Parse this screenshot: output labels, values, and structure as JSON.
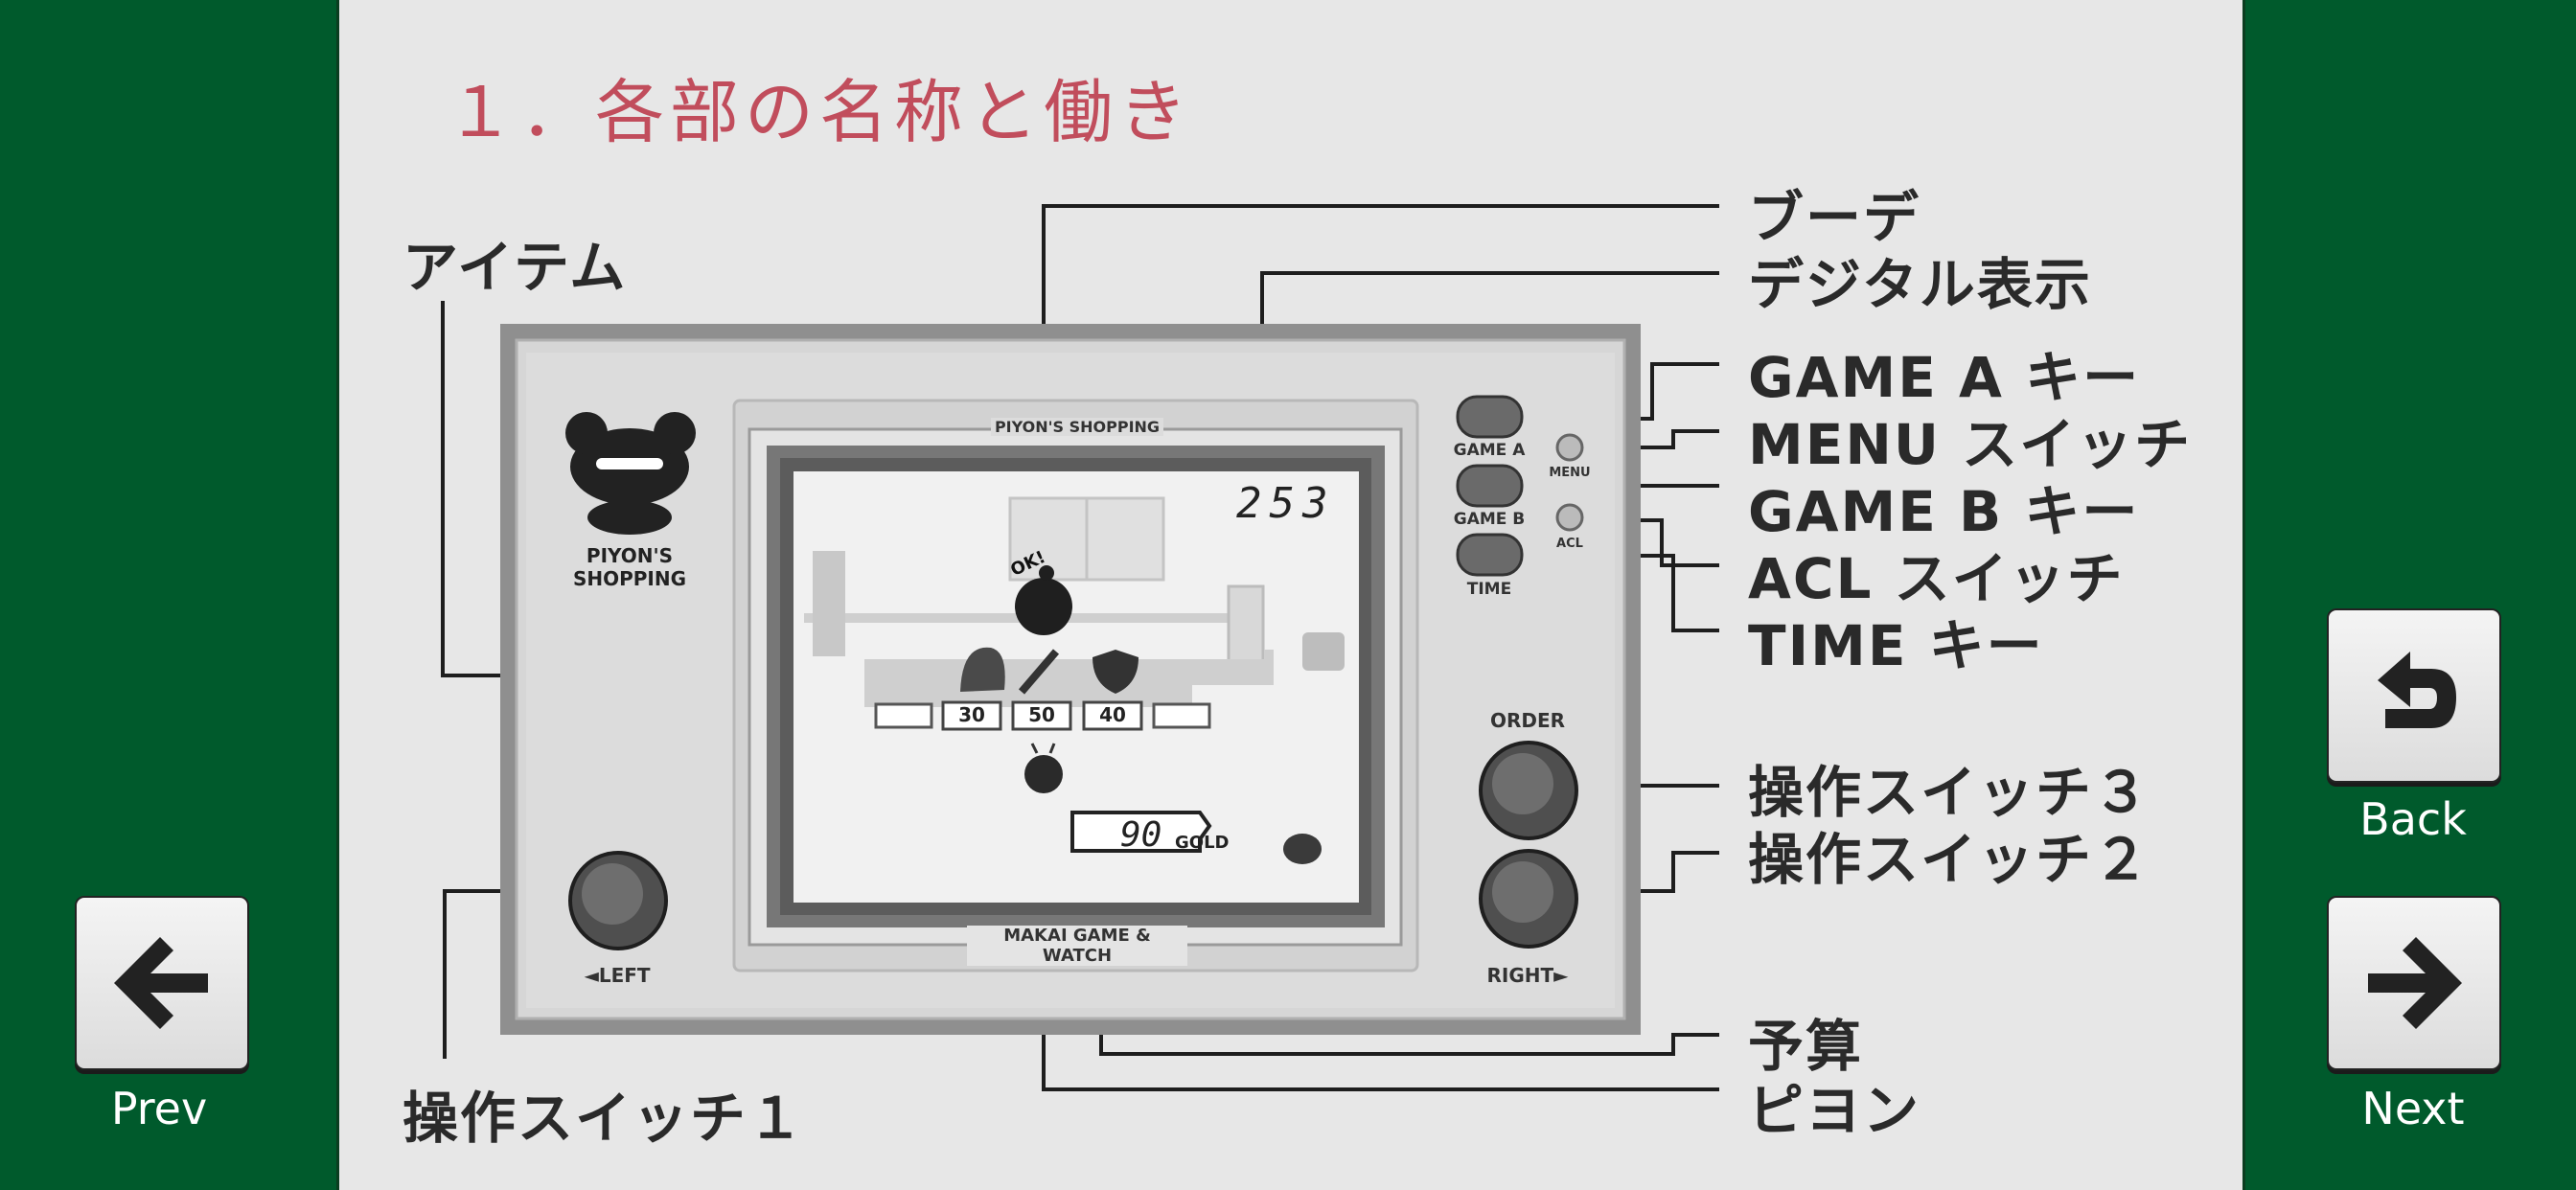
{
  "heading": "１．各部の名称と働き",
  "labels": {
    "item": "アイテム",
    "boode": "ブーデ",
    "digital": "デジタル表示",
    "game_a": "GAME A キー",
    "menu": "MENU スイッチ",
    "game_b": "GAME B キー",
    "acl": "ACL スイッチ",
    "time": "TIME キー",
    "sw3": "操作スイッチ３",
    "sw2": "操作スイッチ２",
    "budget": "予算",
    "piyon": "ピヨン",
    "sw1": "操作スイッチ１"
  },
  "device": {
    "logo_line1": "PIYON'S",
    "logo_line2": "SHOPPING",
    "screen_title": "PIYON'S SHOPPING",
    "bottom_title": "MAKAI GAME & WATCH",
    "score": "253",
    "ok": "OK!",
    "prices": [
      "30",
      "50",
      "40"
    ],
    "gold_value": "90",
    "gold_unit": "GOLD",
    "btn_game_a": "GAME A",
    "btn_game_b": "GAME B",
    "btn_time": "TIME",
    "sw_menu": "MENU",
    "sw_acl": "ACL",
    "order": "ORDER",
    "left": "◄LEFT",
    "right": "RIGHT►"
  },
  "nav": {
    "back": "Back",
    "next": "Next",
    "prev": "Prev"
  },
  "colors": {
    "background": "#005a2c",
    "page": "#e7e7e7",
    "heading": "#c14d5c"
  },
  "icons": [
    "undo-arrow-icon",
    "arrow-right-icon",
    "arrow-left-icon"
  ]
}
